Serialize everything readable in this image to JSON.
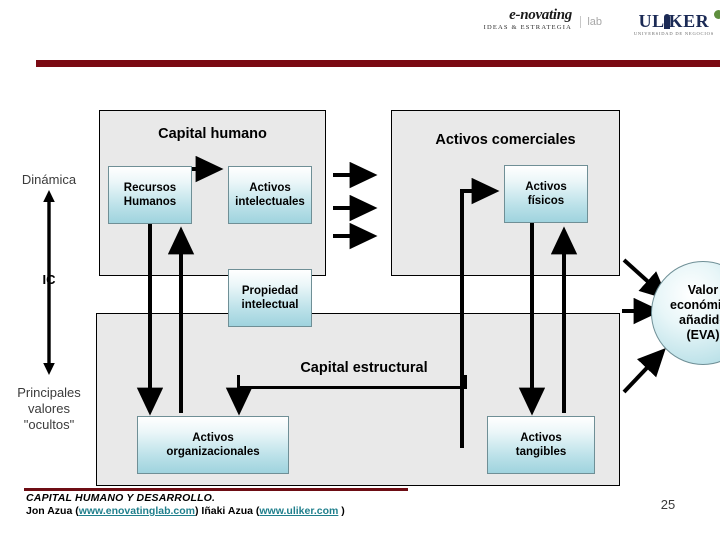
{
  "header": {
    "logo_enovating_word": "e-novating",
    "logo_enovating_tagline": "IDEAS & ESTRATEGIA",
    "logo_lab": "lab",
    "logo_uliker_name_before": "UL",
    "logo_uliker_name_after": "KER",
    "logo_uliker_subtitle": "UNIVERSIDAD DE NEGOCIOS",
    "rule_color": "#7b0a13"
  },
  "axis": {
    "top_label": "Dinámica",
    "middle_label": "IC",
    "bottom_label": "Principales\nvalores\n\"ocultos\"",
    "bottom_label_line1": "Principales",
    "bottom_label_line2": "valores",
    "bottom_label_line3": "\"ocultos\"",
    "arrow_icon": "double-headed-vertical-arrow"
  },
  "panels": [
    {
      "id": "capital-humano",
      "title": "Capital humano"
    },
    {
      "id": "activos-comerciales",
      "title": "Activos comerciales"
    },
    {
      "id": "capital-estructural",
      "title": "Capital estructural"
    }
  ],
  "nodes": {
    "recursos_humanos": {
      "line1": "Recursos",
      "line2": "Humanos"
    },
    "activos_intelectuales": {
      "line1": "Activos",
      "line2": "intelectuales"
    },
    "propiedad_intelectual": {
      "line1": "Propiedad",
      "line2": "intelectual"
    },
    "activos_fisicos": {
      "line1": "Activos",
      "line2": "físicos"
    },
    "activos_organizacionales": {
      "line1": "Activos",
      "line2": "organizacionales"
    },
    "activos_tangibles": {
      "line1": "Activos",
      "line2": "tangibles"
    },
    "eva": {
      "line1": "Valor",
      "line2": "económico",
      "line3": "añadido",
      "line4": "(EVA)"
    }
  },
  "colors": {
    "node_fill_light": "#ffffff",
    "node_fill_dark": "#9fd3de",
    "node_border": "#6f8f96",
    "panel_fill": "#e9e9e9",
    "panel_border": "#000000",
    "accent_red": "#7b0a13",
    "link_teal": "#1f7f8c"
  },
  "footer": {
    "title": "CAPITAL HUMANO Y DESARROLLO.",
    "author_1": "Jon Azua (",
    "link_1": "www.enovatinglab.com",
    "mid": ") Iñaki Azua (",
    "link_2": "www.uliker.com",
    "tail": " )",
    "page_number": "25"
  }
}
